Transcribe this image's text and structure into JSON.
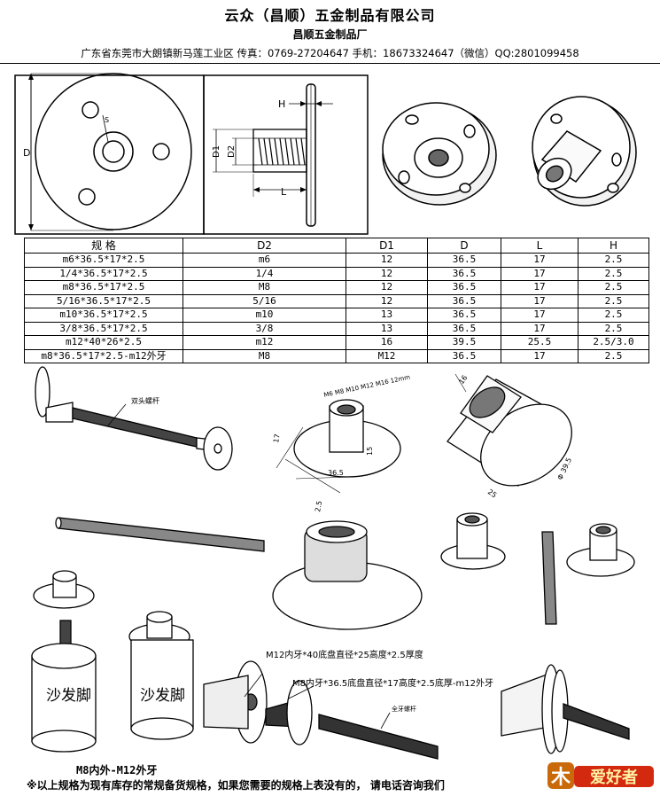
{
  "header": {
    "company": "云众（昌顺）五金制品有限公司",
    "factory": "昌顺五金制品厂",
    "contact": "广东省东莞市大朗镇新马莲工业区 传真：0769-27204647 手机：18673324647（微信）QQ:2801099458"
  },
  "drawing": {
    "label_D": "D",
    "label_D1": "D1",
    "label_D2": "D2",
    "label_H": "H",
    "label_L": "L",
    "label_S": "S"
  },
  "spec_table": {
    "headers": [
      "规    格",
      "D2",
      "D1",
      "D",
      "L",
      "H"
    ],
    "rows": [
      [
        "m6*36.5*17*2.5",
        "m6",
        "12",
        "36.5",
        "17",
        "2.5"
      ],
      [
        "1/4*36.5*17*2.5",
        "1/4",
        "12",
        "36.5",
        "17",
        "2.5"
      ],
      [
        "m8*36.5*17*2.5",
        "M8",
        "12",
        "36.5",
        "17",
        "2.5"
      ],
      [
        "5/16*36.5*17*2.5",
        "5/16",
        "12",
        "36.5",
        "17",
        "2.5"
      ],
      [
        "m10*36.5*17*2.5",
        "m10",
        "13",
        "36.5",
        "17",
        "2.5"
      ],
      [
        "3/8*36.5*17*2.5",
        "3/8",
        "13",
        "36.5",
        "17",
        "2.5"
      ],
      [
        "m12*40*26*2.5",
        "m12",
        "16",
        "39.5",
        "25.5",
        "2.5/3.0"
      ],
      [
        "m8*36.5*17*2.5-m12外牙",
        "M8",
        "M12",
        "36.5",
        "17",
        "2.5"
      ]
    ]
  },
  "captions": {
    "double_head_rod": "双头螺杆",
    "iso_thread_note": "M6 M8 M10 M12 M16 12mm",
    "iso_d": "36.5",
    "iso_h": "2.5",
    "iso_l": "17",
    "iso_15": "15",
    "iso_16": "16",
    "iso_25": "25",
    "iso_phi": "Φ 39.5",
    "sofa_leg_1": "沙发脚",
    "sofa_leg_2": "沙发脚",
    "m12_note": "M12内牙*40底盘直径*25高度*2.5厚度",
    "m8_note": "M8内牙*36.5底盘直径*17高度*2.5底厚-m12外牙",
    "full_rod": "全牙螺杆"
  },
  "footer": {
    "m8_m12": "M8内外-M12外牙",
    "note": "※以上规格为现有库存的常规备货规格，如果您需要的规格上表没有的，  请电话咨询我们",
    "logo_char": "木",
    "logo_text": "爱好者"
  }
}
